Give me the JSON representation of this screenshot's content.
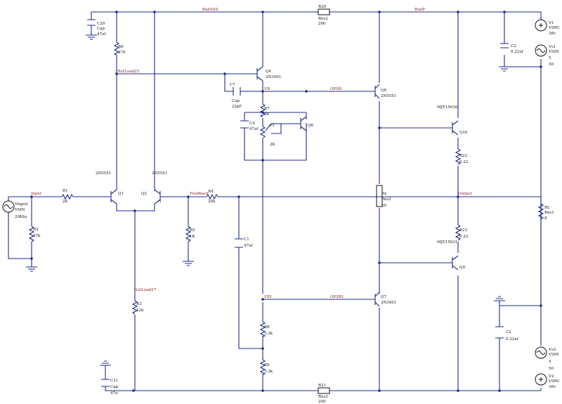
{
  "nets": {
    "rail_vas": "RailVAS",
    "rail_p": "RailP",
    "input": "Input",
    "output": "Output",
    "net_q4": "NetLoad25",
    "net_q3": "NetLoad27",
    "feedback": "Feedback",
    "vb": "VB",
    "vb1": "VB1",
    "opsb": "OPSB",
    "opsb1": "OPSB1"
  },
  "components": {
    "c20": {
      "ref": "C20",
      "type": "Cap",
      "value": "47uf"
    },
    "r6": {
      "ref": "R6",
      "value": "470"
    },
    "r20": {
      "ref": "R20",
      "type": "Res2",
      "value": "200"
    },
    "v1": {
      "ref": "V1",
      "type": "VSRC",
      "value": "36v"
    },
    "vs1": {
      "ref": "Vs1",
      "type": "VSIN",
      "v1": "5",
      "v2": "50"
    },
    "c3": {
      "ref": "C3",
      "value": "0.22uf"
    },
    "q4": {
      "ref": "Q4",
      "part": "2N3401"
    },
    "c7": {
      "ref": "C7",
      "type": "Cap",
      "value": "22pF"
    },
    "r7": {
      "ref": "R7",
      "value": "2K"
    },
    "c4": {
      "ref": "C4",
      "value": "47uf"
    },
    "p1": {
      "ref": "P1",
      "value": "2K"
    },
    "q6": {
      "ref": "Q6"
    },
    "q8": {
      "ref": "Q8",
      "part": "2N5551"
    },
    "q10": {
      "ref": "Q10",
      "part": "MJE15030"
    },
    "r22": {
      "ref": "R22",
      "value": "0.22"
    },
    "vinput": {
      "ref": "Vinput",
      "type": "VSIN",
      "value": "20Khz"
    },
    "r2": {
      "ref": "R2",
      "value": "47k"
    },
    "r1": {
      "ref": "R1",
      "value": "2K"
    },
    "q1": {
      "ref": "Q1",
      "part": "2N5551"
    },
    "q2": {
      "ref": "Q2",
      "part": "2N5551"
    },
    "r4": {
      "ref": "R4",
      "value": "20k"
    },
    "r5": {
      "ref": "R5",
      "value": "1K"
    },
    "c1": {
      "ref": "C1",
      "value": "47uf"
    },
    "rx": {
      "ref": "Rx",
      "type": "Res2",
      "value": "20"
    },
    "r23": {
      "ref": "R23",
      "value": "0.22"
    },
    "q9": {
      "ref": "Q9",
      "part": "MJE15031"
    },
    "rl": {
      "ref": "RL",
      "type": "Res1",
      "value": "8"
    },
    "r3": {
      "ref": "R3",
      "value": "12k"
    },
    "r8": {
      "ref": "R8",
      "value": "3.3k"
    },
    "q7": {
      "ref": "Q7",
      "part": "2N3401"
    },
    "c2": {
      "ref": "C2",
      "value": "0.22uf"
    },
    "v2s": {
      "ref": "Vs2",
      "type": "VSIN",
      "v1": "5",
      "v2": "50"
    },
    "v2": {
      "ref": "V2",
      "type": "VSRC",
      "value": "36v"
    },
    "r9": {
      "ref": "R9",
      "value": "3.3k"
    },
    "c21": {
      "ref": "C21",
      "type": "Cap",
      "value": "47u"
    },
    "r21": {
      "ref": "R21",
      "type": "Res2",
      "value": "200"
    }
  }
}
